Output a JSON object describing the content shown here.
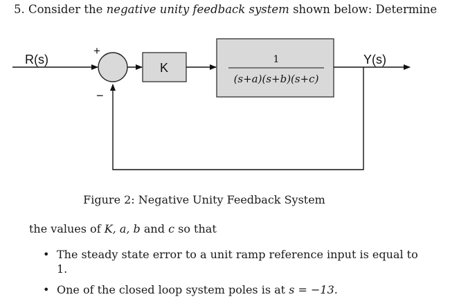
{
  "problem": {
    "number": "5.",
    "prefix": "Consider the",
    "emphasis": "negative unity feedback system",
    "suffix": "shown below: Determine"
  },
  "diagram": {
    "input_label": "R(s)",
    "output_label": "Y(s)",
    "plus_sign": "+",
    "minus_sign": "−",
    "gain_label": "K",
    "plant_numerator": "1",
    "plant_denominator": "(s+a)(s+b)(s+c)"
  },
  "caption": "Figure 2: Negative Unity Feedback System",
  "task": {
    "prefix": "the values of",
    "vars": "K, a, b",
    "mid": "and",
    "last_var": "c",
    "suffix": "so that"
  },
  "bullets": [
    {
      "bullet": "•",
      "text": "The steady state error to a unit ramp reference input is equal to 1."
    },
    {
      "bullet": "•",
      "text_prefix": "One of the closed loop system poles is at",
      "math": "s = −13."
    }
  ]
}
